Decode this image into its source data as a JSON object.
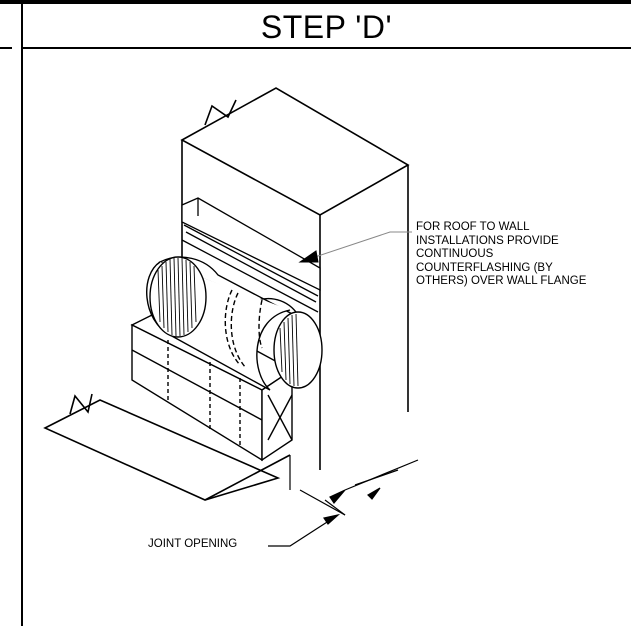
{
  "title": "STEP 'D'",
  "callout": {
    "lines": [
      "FOR ROOF TO WALL",
      "INSTALLATIONS PROVIDE",
      "CONTINUOUS",
      "COUNTERFLASHING (BY",
      "OTHERS) OVER WALL FLANGE"
    ]
  },
  "dimension_label": "JOINT OPENING"
}
